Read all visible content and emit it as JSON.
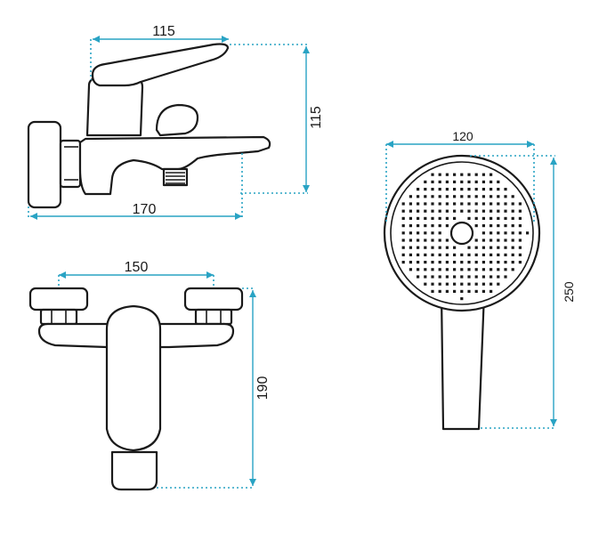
{
  "dimensions": {
    "side_width": "115",
    "side_height": "115",
    "side_length": "170",
    "front_width": "150",
    "front_height": "190",
    "head_width": "120",
    "head_height": "250"
  },
  "colors": {
    "dimension_line": "#29a3c4",
    "outline": "#1a1a1a"
  }
}
